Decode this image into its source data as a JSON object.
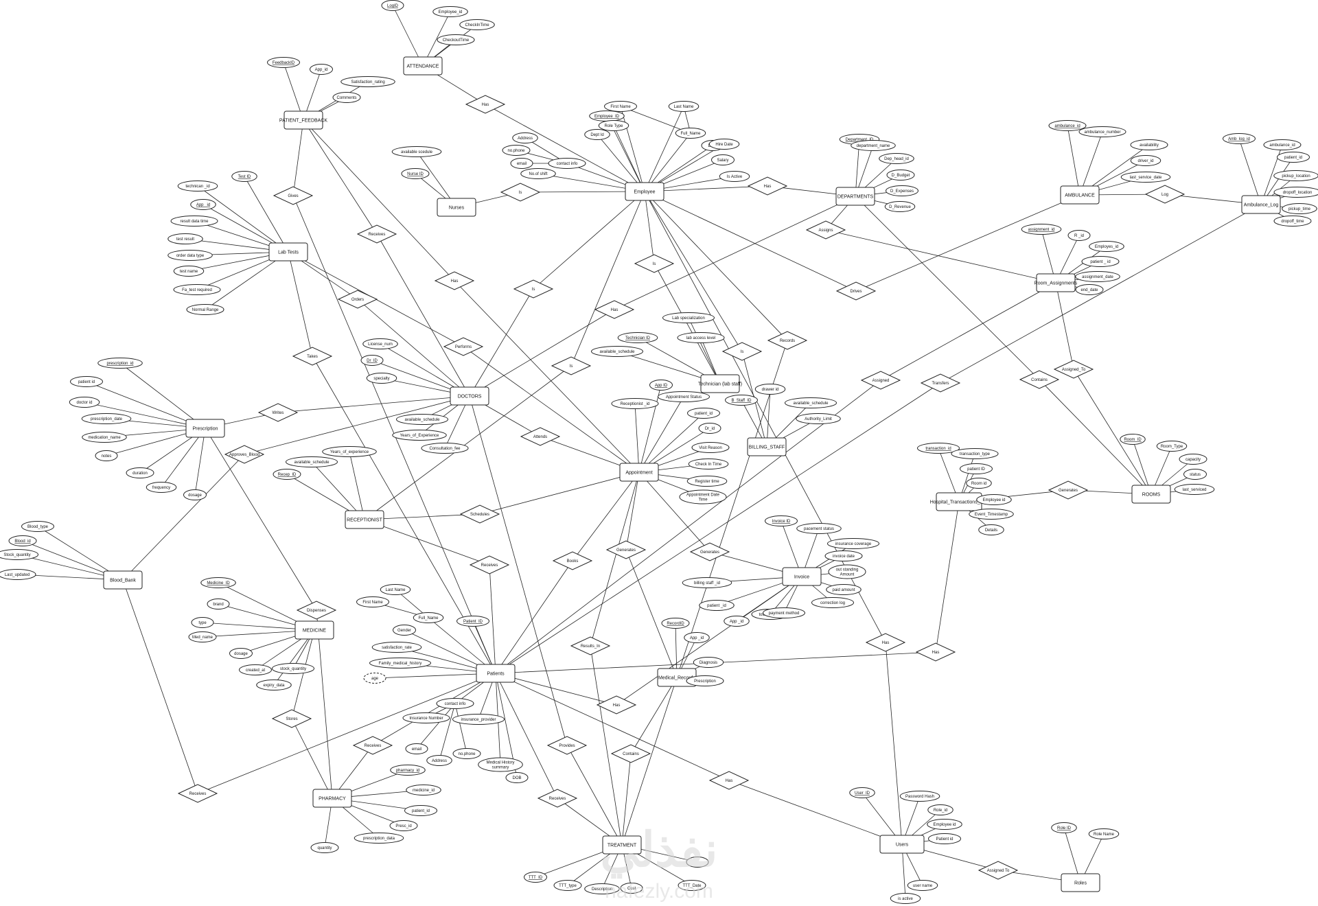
{
  "watermark": {
    "text": "نفذلي",
    "sub": "nafezly.com"
  },
  "entities": [
    {
      "id": "attendance",
      "label": "ATTENDANCE"
    },
    {
      "id": "patient_feedback",
      "label": "PATIENT_FEEDBACK"
    },
    {
      "id": "employee",
      "label": "Employee"
    },
    {
      "id": "departments",
      "label": "DEPARTMENTS"
    },
    {
      "id": "ambulance",
      "label": "AMBULANCE"
    },
    {
      "id": "ambulance_log",
      "label": "Ambulance_Log"
    },
    {
      "id": "nurses",
      "label": "Nurses"
    },
    {
      "id": "lab_tests",
      "label": "Lab Tests"
    },
    {
      "id": "room_assignments",
      "label": "Room_Assignments"
    },
    {
      "id": "technician",
      "label": "Technician (lab staff)"
    },
    {
      "id": "doctors",
      "label": "DOCTORS"
    },
    {
      "id": "prescription",
      "label": "Prescription"
    },
    {
      "id": "billing_staff",
      "label": "BILLING_STAFF"
    },
    {
      "id": "appointment",
      "label": "Appointment"
    },
    {
      "id": "receptionist",
      "label": "RECEPTIONIST"
    },
    {
      "id": "hospital_log",
      "label": "Hospital_Transactions_Log"
    },
    {
      "id": "rooms",
      "label": "ROOMS"
    },
    {
      "id": "blood_bank",
      "label": "Blood_Bank"
    },
    {
      "id": "medicine",
      "label": "MEDICINE"
    },
    {
      "id": "invoice",
      "label": "Invoice"
    },
    {
      "id": "patients",
      "label": "Patients"
    },
    {
      "id": "medical_records",
      "label": "Medical_Records"
    },
    {
      "id": "pharmacy",
      "label": "PHARMACY"
    },
    {
      "id": "treatment",
      "label": "TREATMENT"
    },
    {
      "id": "users",
      "label": "Users"
    },
    {
      "id": "roles",
      "label": "Roles"
    }
  ],
  "relationships": [
    {
      "id": "r_has_att",
      "label": "Has"
    },
    {
      "id": "r_gives",
      "label": "Gives"
    },
    {
      "id": "r_is_nurse",
      "label": "Is"
    },
    {
      "id": "r_has_dept",
      "label": "Has"
    },
    {
      "id": "r_log",
      "label": "Log"
    },
    {
      "id": "r_receives_fb",
      "label": "Receives"
    },
    {
      "id": "r_assigns",
      "label": "Assigns"
    },
    {
      "id": "r_drives",
      "label": "Drives"
    },
    {
      "id": "r_has_doc",
      "label": "Has"
    },
    {
      "id": "r_is_doc",
      "label": "Is"
    },
    {
      "id": "r_is_tech",
      "label": "Is"
    },
    {
      "id": "r_orders",
      "label": "Orders"
    },
    {
      "id": "r_has_emp",
      "label": "Has"
    },
    {
      "id": "r_performs",
      "label": "Performs"
    },
    {
      "id": "r_is_bill",
      "label": "Is"
    },
    {
      "id": "r_records",
      "label": "Records"
    },
    {
      "id": "r_takes",
      "label": "Takes"
    },
    {
      "id": "r_is_recep",
      "label": "Is"
    },
    {
      "id": "r_assigned",
      "label": "Assigned"
    },
    {
      "id": "r_transfers",
      "label": "Transfers"
    },
    {
      "id": "r_contains_room",
      "label": "Contains"
    },
    {
      "id": "r_assigned_to",
      "label": "Assigned_To"
    },
    {
      "id": "r_writes",
      "label": "Writes"
    },
    {
      "id": "r_attends",
      "label": "Attends"
    },
    {
      "id": "r_approves",
      "label": "Approves_Blood"
    },
    {
      "id": "r_schedules",
      "label": "Schedules"
    },
    {
      "id": "r_generates_log",
      "label": "Generates"
    },
    {
      "id": "r_generates_app",
      "label": "Generates"
    },
    {
      "id": "r_generates_inv",
      "label": "Generates"
    },
    {
      "id": "r_receives_pat",
      "label": "Receives"
    },
    {
      "id": "r_books",
      "label": "Books"
    },
    {
      "id": "r_dispenses",
      "label": "Dispenses"
    },
    {
      "id": "r_results",
      "label": "Results_In"
    },
    {
      "id": "r_has_users",
      "label": "Has"
    },
    {
      "id": "r_has_log",
      "label": "Has"
    },
    {
      "id": "r_has_med",
      "label": "Has"
    },
    {
      "id": "r_stores",
      "label": "Stores"
    },
    {
      "id": "r_receives_ph",
      "label": "Receives"
    },
    {
      "id": "r_provides",
      "label": "Provides"
    },
    {
      "id": "r_contains_trt",
      "label": "Contains"
    },
    {
      "id": "r_has_pu",
      "label": "Has"
    },
    {
      "id": "r_receives_blood",
      "label": "Receives"
    },
    {
      "id": "r_receives_trt",
      "label": "Receives"
    },
    {
      "id": "r_assigned_role",
      "label": "Assigned To"
    }
  ],
  "attributes": [
    {
      "id": "a_att_logid",
      "label": "LogID",
      "key": true
    },
    {
      "id": "a_att_empid",
      "label": "Employee_id",
      "key": false
    },
    {
      "id": "a_att_in",
      "label": "CheckInTime",
      "key": false
    },
    {
      "id": "a_att_out",
      "label": "CheckoutTime",
      "key": false
    },
    {
      "id": "a_fb_id",
      "label": "FeedbackID",
      "key": true
    },
    {
      "id": "a_fb_app",
      "label": "App_id",
      "key": false
    },
    {
      "id": "a_fb_sat",
      "label": "Satisfaction_rating",
      "key": false
    },
    {
      "id": "a_fb_com",
      "label": "Comments",
      "key": false
    },
    {
      "id": "a_emp_id",
      "label": "Employee_ID",
      "key": true
    },
    {
      "id": "a_emp_first",
      "label": "First Name",
      "key": false
    },
    {
      "id": "a_emp_last",
      "label": "Last Name",
      "key": false
    },
    {
      "id": "a_emp_role",
      "label": "Role Type",
      "key": false
    },
    {
      "id": "a_emp_full",
      "label": "Full_Name",
      "key": false
    },
    {
      "id": "a_emp_dept",
      "label": "Dept Id",
      "key": false
    },
    {
      "id": "a_emp_dob",
      "label": "DOB",
      "key": false
    },
    {
      "id": "a_emp_hire",
      "label": "Hire Date",
      "key": false
    },
    {
      "id": "a_emp_addr",
      "label": "Address",
      "key": false
    },
    {
      "id": "a_emp_salary",
      "label": "Salary",
      "key": false
    },
    {
      "id": "a_emp_nophone",
      "label": "no.phone",
      "key": false
    },
    {
      "id": "a_emp_contact",
      "label": "contact info",
      "key": false
    },
    {
      "id": "a_emp_email",
      "label": "email",
      "key": false
    },
    {
      "id": "a_emp_active",
      "label": "Is Active",
      "key": false
    },
    {
      "id": "a_emp_shift",
      "label": "No.of shift",
      "key": false
    },
    {
      "id": "a_dep_id",
      "label": "Department_ID",
      "key": true
    },
    {
      "id": "a_dep_name",
      "label": "department_name",
      "key": false
    },
    {
      "id": "a_dep_head",
      "label": "Dep_head_id",
      "key": false
    },
    {
      "id": "a_dep_budget",
      "label": "D_Budget",
      "key": false
    },
    {
      "id": "a_dep_exp",
      "label": "D_Expenses",
      "key": false
    },
    {
      "id": "a_dep_rev",
      "label": "D_Revenue",
      "key": false
    },
    {
      "id": "a_amb_id",
      "label": "ambulance_id",
      "key": true
    },
    {
      "id": "a_amb_num",
      "label": "ambulance_number",
      "key": false
    },
    {
      "id": "a_amb_avail",
      "label": "availability",
      "key": false
    },
    {
      "id": "a_amb_driver",
      "label": "driver_id",
      "key": false
    },
    {
      "id": "a_amb_last",
      "label": "last_service_date",
      "key": false
    },
    {
      "id": "a_al_id",
      "label": "Amb_log_id",
      "key": true
    },
    {
      "id": "a_al_amb",
      "label": "ambulance_id",
      "key": false
    },
    {
      "id": "a_al_pat",
      "label": "patient_id",
      "key": false
    },
    {
      "id": "a_al_pick",
      "label": "pickup_location",
      "key": false
    },
    {
      "id": "a_al_drop",
      "label": "dropoff_location",
      "key": false
    },
    {
      "id": "a_al_picktime",
      "label": "pickup_time",
      "key": false
    },
    {
      "id": "a_al_droptime",
      "label": "dropoff_time",
      "key": false
    },
    {
      "id": "a_nur_sched",
      "label": "available scedule",
      "key": false
    },
    {
      "id": "a_nur_id",
      "label": "Nurse ID",
      "key": true
    },
    {
      "id": "a_lab_id",
      "label": "Test ID",
      "key": true
    },
    {
      "id": "a_lab_tech",
      "label": "technican _id",
      "key": false
    },
    {
      "id": "a_lab_app",
      "label": "App _id",
      "key": true
    },
    {
      "id": "a_lab_rdt",
      "label": "result data time",
      "key": false
    },
    {
      "id": "a_lab_res",
      "label": "test result",
      "key": false
    },
    {
      "id": "a_lab_odt",
      "label": "order data type",
      "key": false
    },
    {
      "id": "a_lab_name",
      "label": "test name",
      "key": false
    },
    {
      "id": "a_lab_fa",
      "label": "Fa_test required",
      "key": false
    },
    {
      "id": "a_lab_norm",
      "label": "Normal Range",
      "key": false
    },
    {
      "id": "a_ra_id",
      "label": "assignment_id",
      "key": true
    },
    {
      "id": "a_ra_r",
      "label": "R _id",
      "key": false
    },
    {
      "id": "a_ra_emp",
      "label": "Employes_id",
      "key": false
    },
    {
      "id": "a_ra_pat",
      "label": "patient _ id",
      "key": false
    },
    {
      "id": "a_ra_date",
      "label": "assignment_date",
      "key": false
    },
    {
      "id": "a_ra_end",
      "label": "end_date",
      "key": false
    },
    {
      "id": "a_tech_spec",
      "label": "Lab specialization",
      "key": false
    },
    {
      "id": "a_tech_id",
      "label": "Technician ID",
      "key": true
    },
    {
      "id": "a_tech_access",
      "label": "lab access level",
      "key": false
    },
    {
      "id": "a_tech_sched",
      "label": "available_schedule",
      "key": false
    },
    {
      "id": "a_doc_lic",
      "label": "License_num",
      "key": false
    },
    {
      "id": "a_doc_id",
      "label": "Dr_ID",
      "key": true
    },
    {
      "id": "a_doc_spec",
      "label": "specialty",
      "key": false
    },
    {
      "id": "a_doc_sched",
      "label": "available_schedule",
      "key": false
    },
    {
      "id": "a_doc_years",
      "label": "Years_of_Experience",
      "key": false
    },
    {
      "id": "a_doc_fee",
      "label": "Consultation_fee",
      "key": false
    },
    {
      "id": "a_pr_id",
      "label": "prescription_id",
      "key": true
    },
    {
      "id": "a_pr_pat",
      "label": "patient id",
      "key": false
    },
    {
      "id": "a_pr_doc",
      "label": "doctor id",
      "key": false
    },
    {
      "id": "a_pr_date",
      "label": "prescription_date",
      "key": false
    },
    {
      "id": "a_pr_med",
      "label": "medication_name",
      "key": false
    },
    {
      "id": "a_pr_notes",
      "label": "notes",
      "key": false
    },
    {
      "id": "a_pr_dur",
      "label": "duration",
      "key": false
    },
    {
      "id": "a_pr_freq",
      "label": "frequency",
      "key": false
    },
    {
      "id": "a_pr_dosage",
      "label": "dosage",
      "key": false
    },
    {
      "id": "a_bs_id",
      "label": "B_Staff_ID",
      "key": true
    },
    {
      "id": "a_bs_drawer",
      "label": "drawer id",
      "key": false
    },
    {
      "id": "a_bs_sched",
      "label": "available_schedule",
      "key": false
    },
    {
      "id": "a_bs_auth",
      "label": "Authority_Limit",
      "key": false
    },
    {
      "id": "a_ap_id",
      "label": "App ID",
      "key": true
    },
    {
      "id": "a_ap_recep",
      "label": "Receptionist _id",
      "key": false
    },
    {
      "id": "a_ap_status",
      "label": "Appointment Status",
      "key": false
    },
    {
      "id": "a_ap_pat",
      "label": "patient_id",
      "key": false
    },
    {
      "id": "a_ap_dr",
      "label": "Dr_id",
      "key": false
    },
    {
      "id": "a_ap_visit",
      "label": "Visit Reason",
      "key": false
    },
    {
      "id": "a_ap_checkin",
      "label": "Check In Time",
      "key": false
    },
    {
      "id": "a_ap_reg",
      "label": "Register time",
      "key": false
    },
    {
      "id": "a_ap_dt",
      "label": "Appointment Date Time",
      "key": false
    },
    {
      "id": "a_rc_years",
      "label": "Years_of_experience",
      "key": false
    },
    {
      "id": "a_rc_sched",
      "label": "available_schedule",
      "key": false
    },
    {
      "id": "a_rc_id",
      "label": "Recep_ID",
      "key": true
    },
    {
      "id": "a_hl_id",
      "label": "transaction_id",
      "key": true
    },
    {
      "id": "a_hl_type",
      "label": "transaction_type",
      "key": false
    },
    {
      "id": "a_hl_pat",
      "label": "patient ID",
      "key": false
    },
    {
      "id": "a_hl_room",
      "label": "Room id",
      "key": false
    },
    {
      "id": "a_hl_emp",
      "label": "Employee id",
      "key": false
    },
    {
      "id": "a_hl_event",
      "label": "Event_Timestamp",
      "key": false
    },
    {
      "id": "a_hl_details",
      "label": "Details",
      "key": false
    },
    {
      "id": "a_rm_id",
      "label": "Room_ID",
      "key": true
    },
    {
      "id": "a_rm_type",
      "label": "Room_Type",
      "key": false
    },
    {
      "id": "a_rm_cap",
      "label": "capacity",
      "key": false
    },
    {
      "id": "a_rm_status",
      "label": "status",
      "key": false
    },
    {
      "id": "a_rm_last",
      "label": "last_serviced",
      "key": false
    },
    {
      "id": "a_bb_type",
      "label": "Blood_type",
      "key": false
    },
    {
      "id": "a_bb_id",
      "label": "Blood_id",
      "key": true
    },
    {
      "id": "a_bb_stock",
      "label": "Stock_quantity",
      "key": false
    },
    {
      "id": "a_bb_last",
      "label": "Last_updated",
      "key": false
    },
    {
      "id": "a_md_id",
      "label": "Medicine_ID",
      "key": true
    },
    {
      "id": "a_md_brand",
      "label": "brand",
      "key": false
    },
    {
      "id": "a_md_type",
      "label": "type",
      "key": false
    },
    {
      "id": "a_md_name",
      "label": "Med_name",
      "key": false
    },
    {
      "id": "a_md_dosage",
      "label": "dosage",
      "key": false
    },
    {
      "id": "a_md_created",
      "label": "created_at",
      "key": false
    },
    {
      "id": "a_md_stock",
      "label": "stock_quantity",
      "key": false
    },
    {
      "id": "a_md_exp",
      "label": "expiry_data",
      "key": false
    },
    {
      "id": "a_inv_id",
      "label": "Invoice ID",
      "key": true
    },
    {
      "id": "a_inv_status",
      "label": "pacement status",
      "key": false
    },
    {
      "id": "a_inv_ins",
      "label": "insurance coverage",
      "key": false
    },
    {
      "id": "a_inv_date",
      "label": "invoice date",
      "key": false
    },
    {
      "id": "a_inv_out",
      "label": "out standing Amount",
      "key": false
    },
    {
      "id": "a_inv_bill",
      "label": "billing staff _id",
      "key": false
    },
    {
      "id": "a_inv_paid",
      "label": "paid amount",
      "key": false
    },
    {
      "id": "a_inv_pat",
      "label": "patient _id",
      "key": false
    },
    {
      "id": "a_inv_corr",
      "label": "correction log",
      "key": false
    },
    {
      "id": "a_inv_app",
      "label": "App _id",
      "key": false
    },
    {
      "id": "a_inv_total",
      "label": "total amount",
      "key": false
    },
    {
      "id": "a_inv_pay",
      "label": "payment method",
      "key": false
    },
    {
      "id": "a_pt_last",
      "label": "Last Name",
      "key": false
    },
    {
      "id": "a_pt_first",
      "label": "First Name",
      "key": false
    },
    {
      "id": "a_pt_full",
      "label": "Full_Name",
      "key": false
    },
    {
      "id": "a_pt_id",
      "label": "Patient_ID",
      "key": true
    },
    {
      "id": "a_pt_gender",
      "label": "Gender",
      "key": false
    },
    {
      "id": "a_pt_sat",
      "label": "satisfaction_rate",
      "key": false
    },
    {
      "id": "a_pt_family",
      "label": "Family_medical_history",
      "key": false
    },
    {
      "id": "a_pt_age",
      "label": "age",
      "key": false
    },
    {
      "id": "a_pt_contact",
      "label": "contact info",
      "key": false
    },
    {
      "id": "a_pt_insnum",
      "label": "Insurance Number",
      "key": false
    },
    {
      "id": "a_pt_insprov",
      "label": "insurance_provider",
      "key": false
    },
    {
      "id": "a_pt_email",
      "label": "email",
      "key": false
    },
    {
      "id": "a_pt_nophone",
      "label": "no.phone",
      "key": false
    },
    {
      "id": "a_pt_addr",
      "label": "Address",
      "key": false
    },
    {
      "id": "a_pt_hist",
      "label": "Medical History summary",
      "key": false
    },
    {
      "id": "a_pt_dob",
      "label": "DOB",
      "key": false
    },
    {
      "id": "a_mr_id",
      "label": "RecordID",
      "key": true
    },
    {
      "id": "a_mr_app",
      "label": "App _id",
      "key": false
    },
    {
      "id": "a_mr_diag",
      "label": "Diagnosis",
      "key": false
    },
    {
      "id": "a_mr_presc",
      "label": "Prescription",
      "key": false
    },
    {
      "id": "a_ph_id",
      "label": "pharmacy_id",
      "key": true
    },
    {
      "id": "a_ph_med",
      "label": "medicine_id",
      "key": false
    },
    {
      "id": "a_ph_pat",
      "label": "patient_id",
      "key": false
    },
    {
      "id": "a_ph_presc",
      "label": "Presc_id",
      "key": false
    },
    {
      "id": "a_ph_pdate",
      "label": "prescription_data",
      "key": false
    },
    {
      "id": "a_ph_qty",
      "label": "quantity",
      "key": false
    },
    {
      "id": "a_tr_id",
      "label": "TTT_ID",
      "key": true
    },
    {
      "id": "a_tr_type",
      "label": "TTT_type",
      "key": false
    },
    {
      "id": "a_tr_desc",
      "label": "Description",
      "key": false
    },
    {
      "id": "a_tr_cost",
      "label": "Cost",
      "key": false
    },
    {
      "id": "a_tr_date",
      "label": "TTT_Date",
      "key": false
    },
    {
      "id": "a_tr_extra",
      "label": "",
      "key": false
    },
    {
      "id": "a_us_id",
      "label": "User_ID",
      "key": true
    },
    {
      "id": "a_us_pw",
      "label": "Password Hash",
      "key": false
    },
    {
      "id": "a_us_role",
      "label": "Role_id",
      "key": false
    },
    {
      "id": "a_us_emp",
      "label": "Employee id",
      "key": false
    },
    {
      "id": "a_us_pat",
      "label": "Patient id",
      "key": false
    },
    {
      "id": "a_us_name",
      "label": "user name",
      "key": false
    },
    {
      "id": "a_us_active",
      "label": "is active",
      "key": false
    },
    {
      "id": "a_ro_id",
      "label": "Role ID",
      "key": true
    },
    {
      "id": "a_ro_name",
      "label": "Role Name",
      "key": false
    }
  ]
}
